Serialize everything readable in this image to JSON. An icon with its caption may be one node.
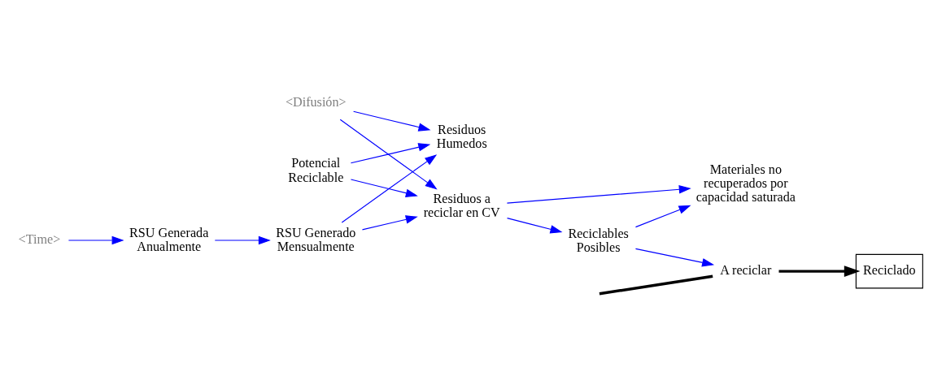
{
  "diagram": {
    "nodes": [
      {
        "text": [
          "Residuos Humedos"
        ]
      },
      {
        "text": [
          "Materiales no recuperados por capacidad saturada"
        ]
      },
      {
        "text": [
          "A reciclar"
        ]
      },
      {
        "text": [
          "Reciclado"
        ]
      },
      {
        "text": [
          "RSU Generada Anualmente"
        ]
      },
      {
        "text": [
          "<Difusión>"
        ]
      },
      {
        "text": [
          "Potencial Reciclable"
        ]
      },
      {
        "text": [
          "Reciclables Posibles"
        ]
      },
      {
        "text": [
          "<Time>"
        ]
      },
      {
        "text": [
          "RSU Generado Mensualmente"
        ]
      },
      {
        "text": [
          "Residuos a reciclar en CV"
        ]
      }
    ],
    "edges": [
      {
        "from": null,
        "to": 2,
        "arrow": "none",
        "style": "thick",
        "color": "#000000"
      },
      {
        "from": 2,
        "to": 3,
        "arrow": "to",
        "style": "thick",
        "color": "#000000"
      },
      {
        "from": 8,
        "to": 4,
        "arrow": "to"
      },
      {
        "from": 4,
        "to": 9,
        "arrow": "to"
      },
      {
        "from": 9,
        "to": 0,
        "arrow": "to"
      },
      {
        "from": 5,
        "to": 0,
        "arrow": "to"
      },
      {
        "from": 6,
        "to": 0,
        "arrow": "to"
      },
      {
        "from": 5,
        "to": 10,
        "arrow": "to"
      },
      {
        "from": 9,
        "to": 10,
        "arrow": "to"
      },
      {
        "from": 6,
        "to": 10,
        "arrow": "to"
      },
      {
        "from": 10,
        "to": 1,
        "arrow": "to"
      },
      {
        "from": 10,
        "to": 7,
        "arrow": "to"
      },
      {
        "from": 7,
        "to": 1,
        "arrow": "to"
      },
      {
        "from": 7,
        "to": 2,
        "arrow": "to"
      }
    ]
  }
}
